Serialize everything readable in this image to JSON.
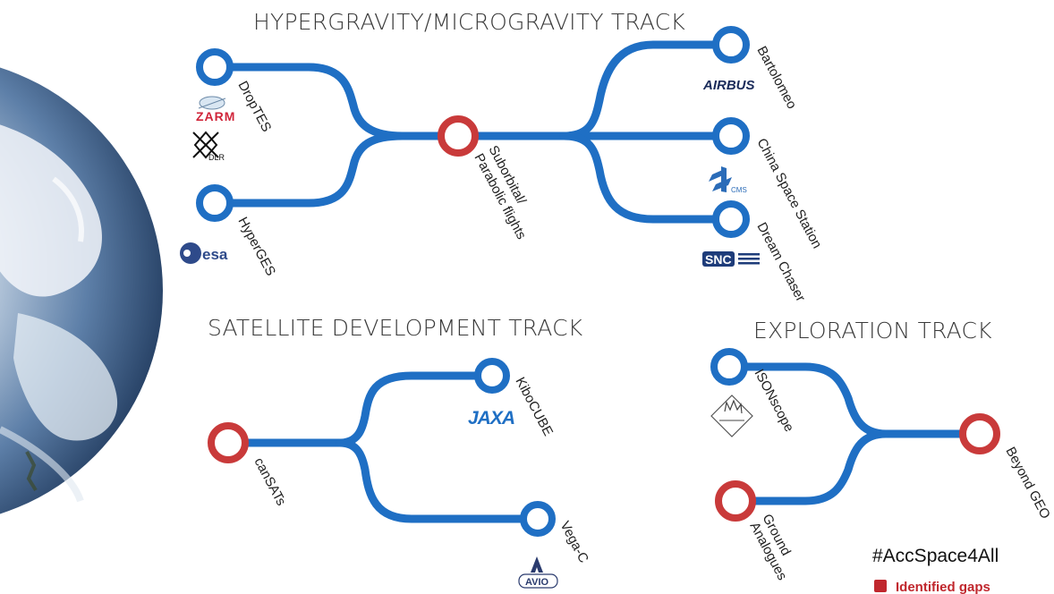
{
  "tracks": {
    "hypergravity": {
      "title": "HYPERGRAVITY/MICROGRAVITY TRACK"
    },
    "satellite": {
      "title": "SATELLITE DEVELOPMENT TRACK"
    },
    "exploration": {
      "title": "EXPLORATION TRACK"
    }
  },
  "nodes": {
    "droptes": {
      "label": "DropTES",
      "status": "available"
    },
    "hyperges": {
      "label": "HyperGES",
      "status": "available"
    },
    "suborbital_line1": {
      "label": "Suborbital/",
      "status": "gap"
    },
    "suborbital_line2": {
      "label": "Parabolic flights"
    },
    "bartolomeo": {
      "label": "Bartolomeo",
      "status": "available"
    },
    "china_station": {
      "label": "China Space Station",
      "status": "available"
    },
    "dream_chaser": {
      "label": "Dream Chaser",
      "status": "available"
    },
    "cansats": {
      "label": "canSATs",
      "status": "gap"
    },
    "kibocube": {
      "label": "KiboCUBE",
      "status": "available"
    },
    "vega_c": {
      "label": "Vega-C",
      "status": "available"
    },
    "isonscope": {
      "label": "ISONscope",
      "status": "available"
    },
    "ground_line1": {
      "label": "Ground",
      "status": "gap"
    },
    "ground_line2": {
      "label": "Analogues"
    },
    "beyond_geo": {
      "label": "Beyond GEO",
      "status": "gap"
    }
  },
  "logos": {
    "zarm": "ZARM",
    "dlr": "DLR",
    "esa": "esa",
    "airbus": "AIRBUS",
    "cms": "CMS",
    "snc": "SNC",
    "jaxa": "JAXA",
    "avio": "AVIO"
  },
  "footer": {
    "hashtag": "#AccSpace4All",
    "legend_label": "Identified gaps"
  },
  "colors": {
    "pipe": "#1f6fc4",
    "available_node": "#1f6fc4",
    "gap_node": "#c93a3a",
    "legend": "#c0272d"
  }
}
